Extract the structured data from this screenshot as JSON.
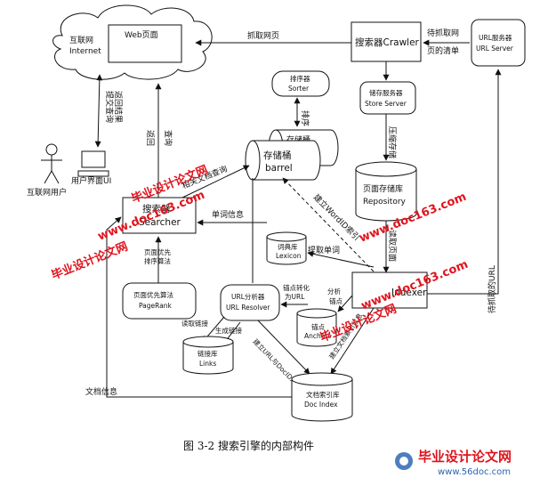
{
  "diagram": {
    "internet": {
      "cn": "互联网",
      "en": "Internet"
    },
    "web_page": "Web页面",
    "crawl_label": "抓取网页",
    "crawler": "搜索器Crawler",
    "crawl_list": [
      "待抓取网",
      "页的清单"
    ],
    "url_server": [
      "URL服务器",
      "URL Server"
    ],
    "sorter": [
      "排序器",
      "Sorter"
    ],
    "sort_label": "排序",
    "barrel": [
      "存储桶",
      "barrel"
    ],
    "barrel_back": "存储桶",
    "store_server": [
      "储存服务器",
      "Store Server"
    ],
    "compress_label": "压缩存储",
    "repository": [
      "页面存储库",
      "Repository"
    ],
    "submit_query": [
      "提交查询",
      "返回结果"
    ],
    "query_return": [
      "查询",
      "返回"
    ],
    "user": "互联网用户",
    "ui": "用户界面UI",
    "doc_query": "相关文档查询",
    "searcher": [
      "搜索器",
      "Searcher"
    ],
    "word_info": "单词信息",
    "lexicon": [
      "词典库",
      "Lexicon"
    ],
    "wordid_index": "建立WordID索引",
    "extract_word": "提取单词",
    "read_page": "读取页面",
    "pagerank_algo": [
      "页面优先",
      "排序算法"
    ],
    "pagerank": [
      "页面优先算法",
      "PageRank"
    ],
    "url_resolver": [
      "URL分析器",
      "URL Resolver"
    ],
    "anchor_convert": [
      "锚点转化",
      "为URL"
    ],
    "analyze_anchor": [
      "分析",
      "锚点"
    ],
    "indexer": "Indexer",
    "anchors": [
      "锚点",
      "Anchors"
    ],
    "read_links": "读取链接",
    "gen_links": "生成链接",
    "links": [
      "链接库",
      "Links"
    ],
    "url_docid": "建立URL与DocID对应",
    "doc_index_info": "建立文档索引信息",
    "pending_url": "待抓取的URL",
    "doc_info": "文档信息",
    "doc_index": [
      "文档索引库",
      "Doc Index"
    ],
    "caption": "图 3-2  搜索引擎的内部构件"
  },
  "watermarks": {
    "line1": "毕业设计论文网",
    "url1": "www.doc163.com",
    "line2": "毕业设计论文网",
    "url2": "www.doc163.com",
    "footer_title": "毕业设计论文网",
    "footer_url": "www.56doc.com"
  }
}
